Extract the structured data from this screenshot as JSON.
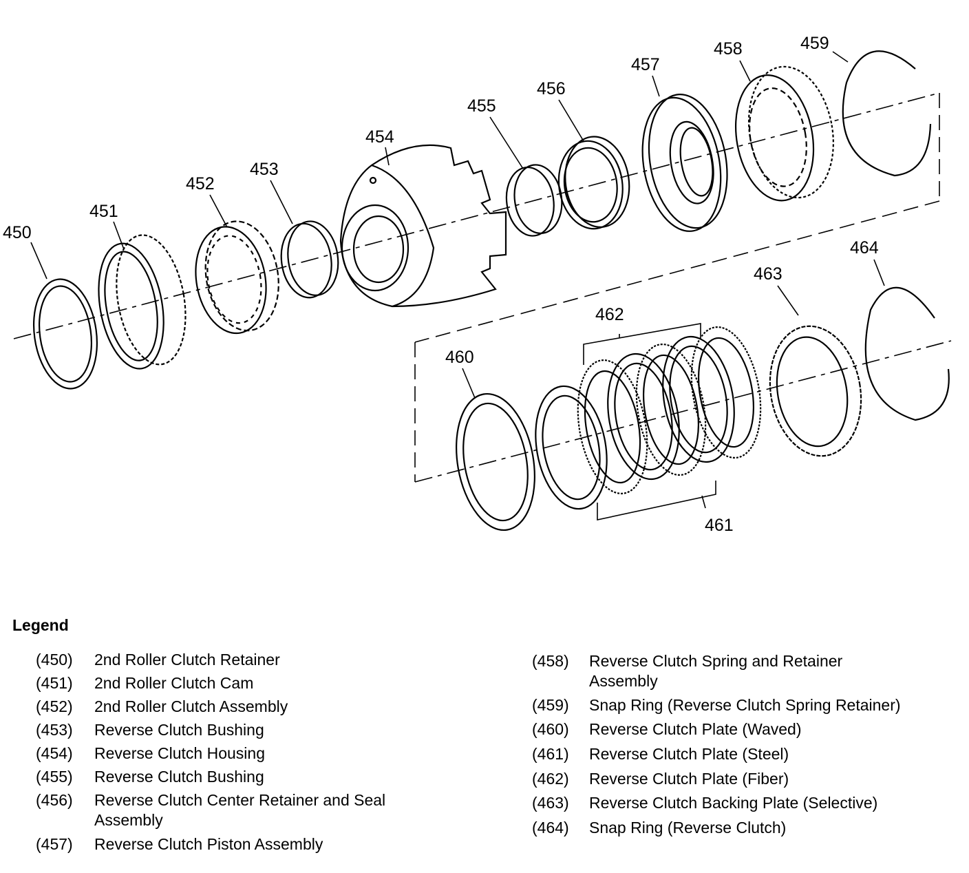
{
  "diagram": {
    "callouts": [
      "450",
      "451",
      "452",
      "453",
      "454",
      "455",
      "456",
      "457",
      "458",
      "459",
      "460",
      "461",
      "462",
      "463",
      "464"
    ]
  },
  "legend": {
    "title": "Legend",
    "left": [
      {
        "num": "(450)",
        "text": "2nd Roller Clutch Retainer"
      },
      {
        "num": "(451)",
        "text": "2nd Roller Clutch Cam"
      },
      {
        "num": "(452)",
        "text": "2nd Roller Clutch Assembly"
      },
      {
        "num": "(453)",
        "text": "Reverse Clutch Bushing"
      },
      {
        "num": "(454)",
        "text": "Reverse Clutch Housing"
      },
      {
        "num": "(455)",
        "text": "Reverse Clutch Bushing"
      },
      {
        "num": "(456)",
        "text": "Reverse Clutch Center Retainer and Seal Assembly"
      },
      {
        "num": "(457)",
        "text": "Reverse Clutch Piston Assembly"
      }
    ],
    "right": [
      {
        "num": "(458)",
        "text": "Reverse Clutch Spring and Retainer Assembly"
      },
      {
        "num": "(459)",
        "text": "Snap Ring (Reverse Clutch Spring Retainer)"
      },
      {
        "num": "(460)",
        "text": "Reverse Clutch Plate (Waved)"
      },
      {
        "num": "(461)",
        "text": "Reverse Clutch Plate (Steel)"
      },
      {
        "num": "(462)",
        "text": "Reverse Clutch Plate (Fiber)"
      },
      {
        "num": "(463)",
        "text": "Reverse Clutch Backing Plate (Selective)"
      },
      {
        "num": "(464)",
        "text": "Snap Ring (Reverse Clutch)"
      }
    ]
  }
}
